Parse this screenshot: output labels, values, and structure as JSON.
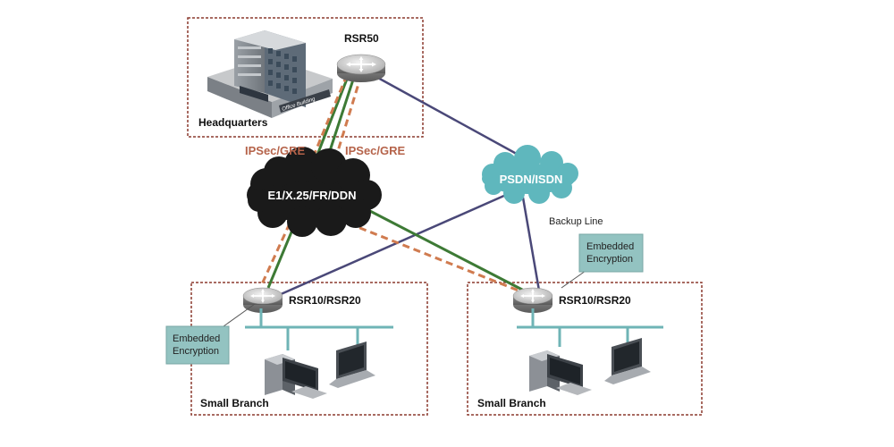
{
  "title": "",
  "sites": {
    "headquarters": {
      "label": "Headquarters",
      "building_sign": "Office Building",
      "router": "RSR50"
    },
    "branch_left": {
      "label": "Small Branch",
      "router": "RSR10/RSR20",
      "callout": [
        "Embedded",
        "Encryption"
      ]
    },
    "branch_right": {
      "label": "Small Branch",
      "router": "RSR10/RSR20",
      "callout": [
        "Embedded",
        "Encryption"
      ]
    }
  },
  "clouds": {
    "wan": "E1/X.25/FR/DDN",
    "backup": "PSDN/ISDN"
  },
  "links": {
    "tunnel_left": "IPSec/GRE",
    "tunnel_right": "IPSec/GRE",
    "backup_line": "Backup Line"
  },
  "colors": {
    "site_border": "#8b3a2e",
    "tunnel": "#d07b4f",
    "wan_line": "#3d7a35",
    "backup_line": "#4a4878",
    "wan_cloud": "#1a1a1a",
    "backup_cloud": "#5fb7bd",
    "callout": "#93c3c1",
    "lan_bus": "#6fb4b6"
  }
}
